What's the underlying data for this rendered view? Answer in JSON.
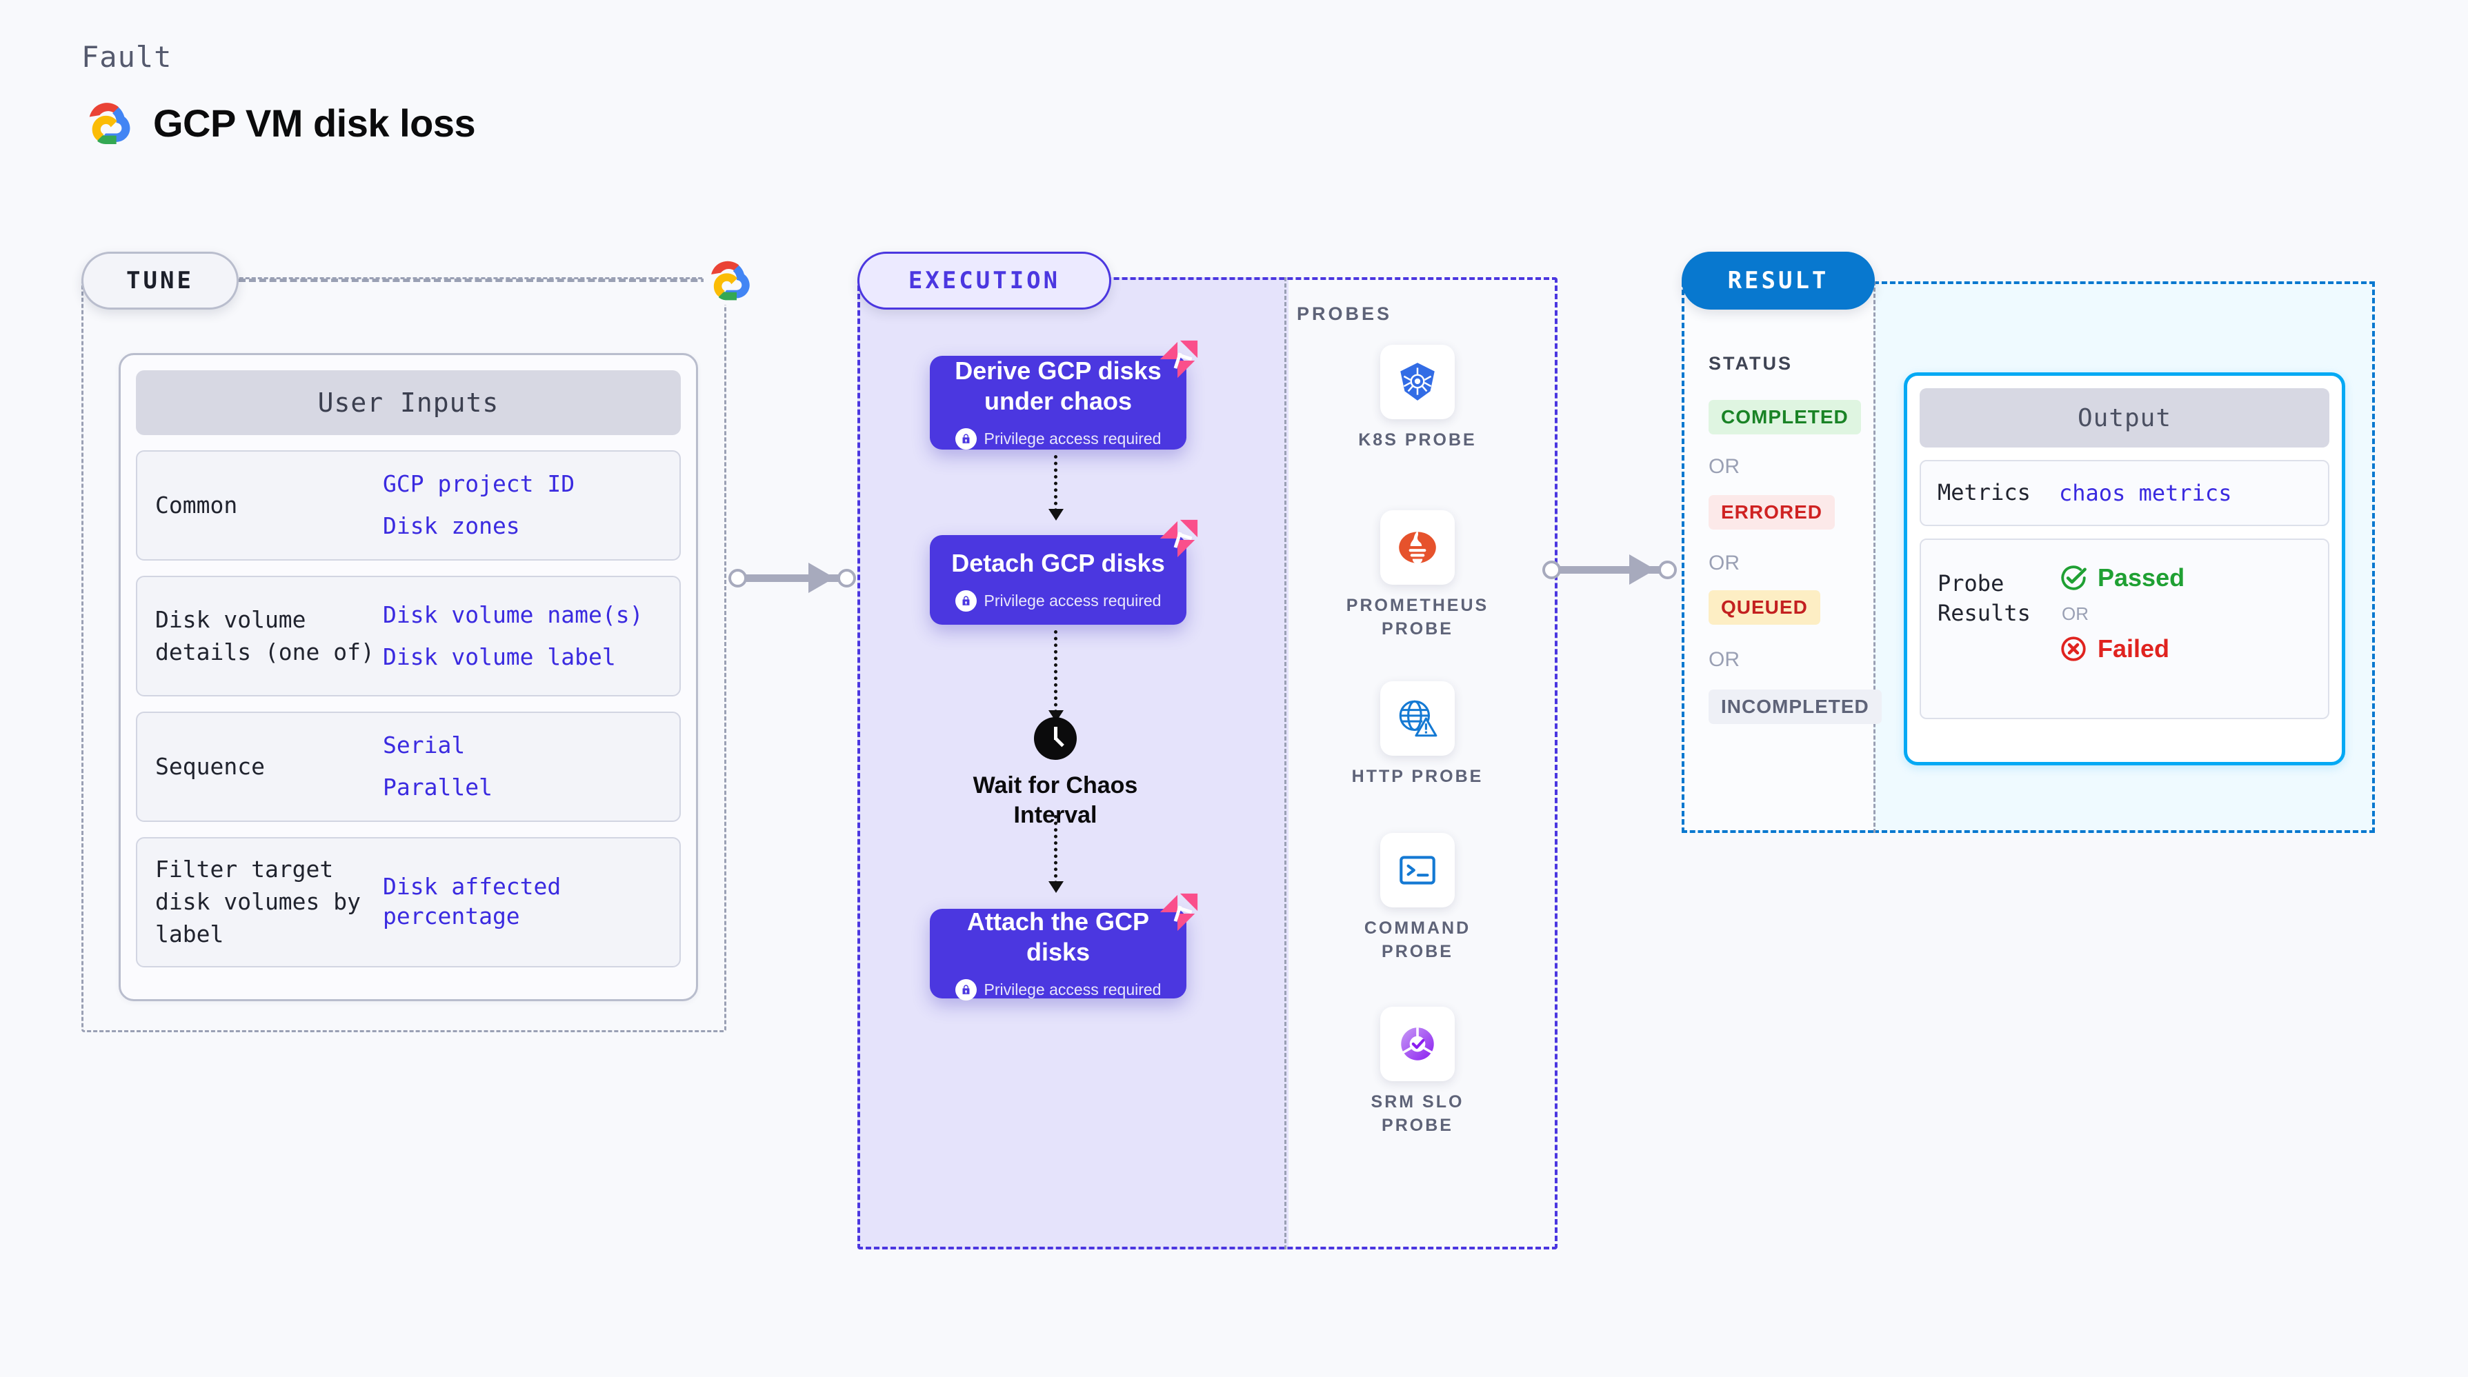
{
  "header": {
    "fault_label": "Fault",
    "title": "GCP VM disk loss",
    "logo_icon": "gcp-logo-icon"
  },
  "phases": {
    "tune": "TUNE",
    "execution": "EXECUTION",
    "result": "RESULT"
  },
  "tune": {
    "card_title": "User Inputs",
    "rows": [
      {
        "key": "Common",
        "values": [
          "GCP project ID",
          "Disk zones"
        ]
      },
      {
        "key": "Disk volume details (one of)",
        "values": [
          "Disk volume name(s)",
          "Disk volume label"
        ]
      },
      {
        "key": "Sequence",
        "values": [
          "Serial",
          "Parallel"
        ]
      },
      {
        "key": "Filter target disk volumes by label",
        "values": [
          "Disk affected percentage"
        ]
      }
    ]
  },
  "execution": {
    "privilege_text": "Privilege access required",
    "nodes": [
      {
        "title": "Derive GCP disks under chaos",
        "privilege": true
      },
      {
        "title": "Detach GCP disks",
        "privilege": true
      },
      {
        "title": "Attach the GCP disks",
        "privilege": true
      }
    ],
    "wait_node": {
      "label": "Wait for Chaos Interval",
      "icon": "clock-icon"
    }
  },
  "probes": {
    "title": "PROBES",
    "items": [
      {
        "label": "K8S PROBE",
        "icon": "kubernetes-icon"
      },
      {
        "label": "PROMETHEUS PROBE",
        "icon": "prometheus-icon"
      },
      {
        "label": "HTTP PROBE",
        "icon": "http-globe-icon"
      },
      {
        "label": "COMMAND PROBE",
        "icon": "terminal-icon"
      },
      {
        "label": "SRM SLO PROBE",
        "icon": "srm-slo-icon"
      }
    ]
  },
  "result": {
    "status_title": "STATUS",
    "or_label": "OR",
    "statuses": [
      {
        "label": "COMPLETED",
        "bg": "#dff5e1",
        "fg": "#1a8326"
      },
      {
        "label": "ERRORED",
        "bg": "#fce9e9",
        "fg": "#cf2222"
      },
      {
        "label": "QUEUED",
        "bg": "#fdeec4",
        "fg": "#c32020"
      },
      {
        "label": "INCOMPLETED",
        "bg": "#eef0f6",
        "fg": "#5e6378"
      }
    ],
    "output": {
      "card_title": "Output",
      "metrics_key": "Metrics",
      "metrics_value": "chaos metrics",
      "probe_key": "Probe Results",
      "passed": "Passed",
      "failed": "Failed",
      "or_label": "OR"
    }
  },
  "colors": {
    "accent_purple": "#4b37e0",
    "accent_blue": "#0878cf",
    "cyan": "#03a9f4",
    "pink": "#fa4f8b",
    "link_blue": "#3a2ae0"
  }
}
